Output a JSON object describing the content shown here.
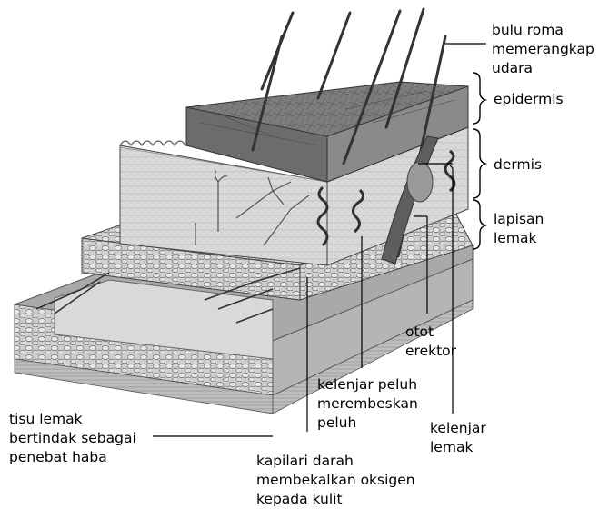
{
  "labels": {
    "bulu_roma": [
      "bulu roma",
      "memerangkap",
      "udara"
    ],
    "epidermis": [
      "epidermis"
    ],
    "dermis": [
      "dermis"
    ],
    "lapisan_lemak": [
      "lapisan",
      "lemak"
    ],
    "otot_erektor": [
      "otot",
      "erektor"
    ],
    "kelenjar_peluh": [
      "kelenjar peluh",
      "merembeskan",
      "peluh"
    ],
    "kelenjar_lemak": [
      "kelenjar",
      "lemak"
    ],
    "tisu_lemak": [
      "tisu lemak",
      "bertindak sebagai",
      "penebat haba"
    ],
    "kapilari_darah": [
      "kapilari darah",
      "membekalkan oksigen",
      "kepada kulit"
    ]
  }
}
